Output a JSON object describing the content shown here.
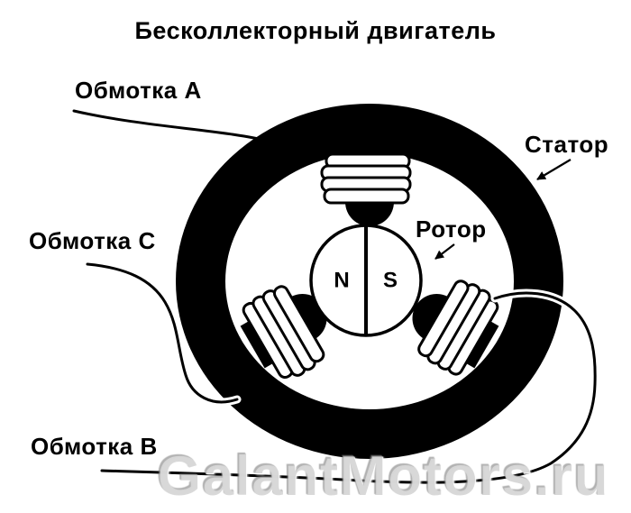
{
  "title": "Бесколлекторный двигатель",
  "labels": {
    "winding_a": "Обмотка А",
    "winding_c": "Обмотка С",
    "winding_b": "Обмотка В",
    "stator": "Статор",
    "rotor": "Ротор"
  },
  "rotor_poles": {
    "left": "N",
    "right": "S"
  },
  "watermark": {
    "text": "GalantMotors.ru"
  },
  "colors": {
    "line": "#000000",
    "background": "#ffffff",
    "coil_fill": "#ffffff",
    "watermark_gray": "#b9b9b9"
  }
}
